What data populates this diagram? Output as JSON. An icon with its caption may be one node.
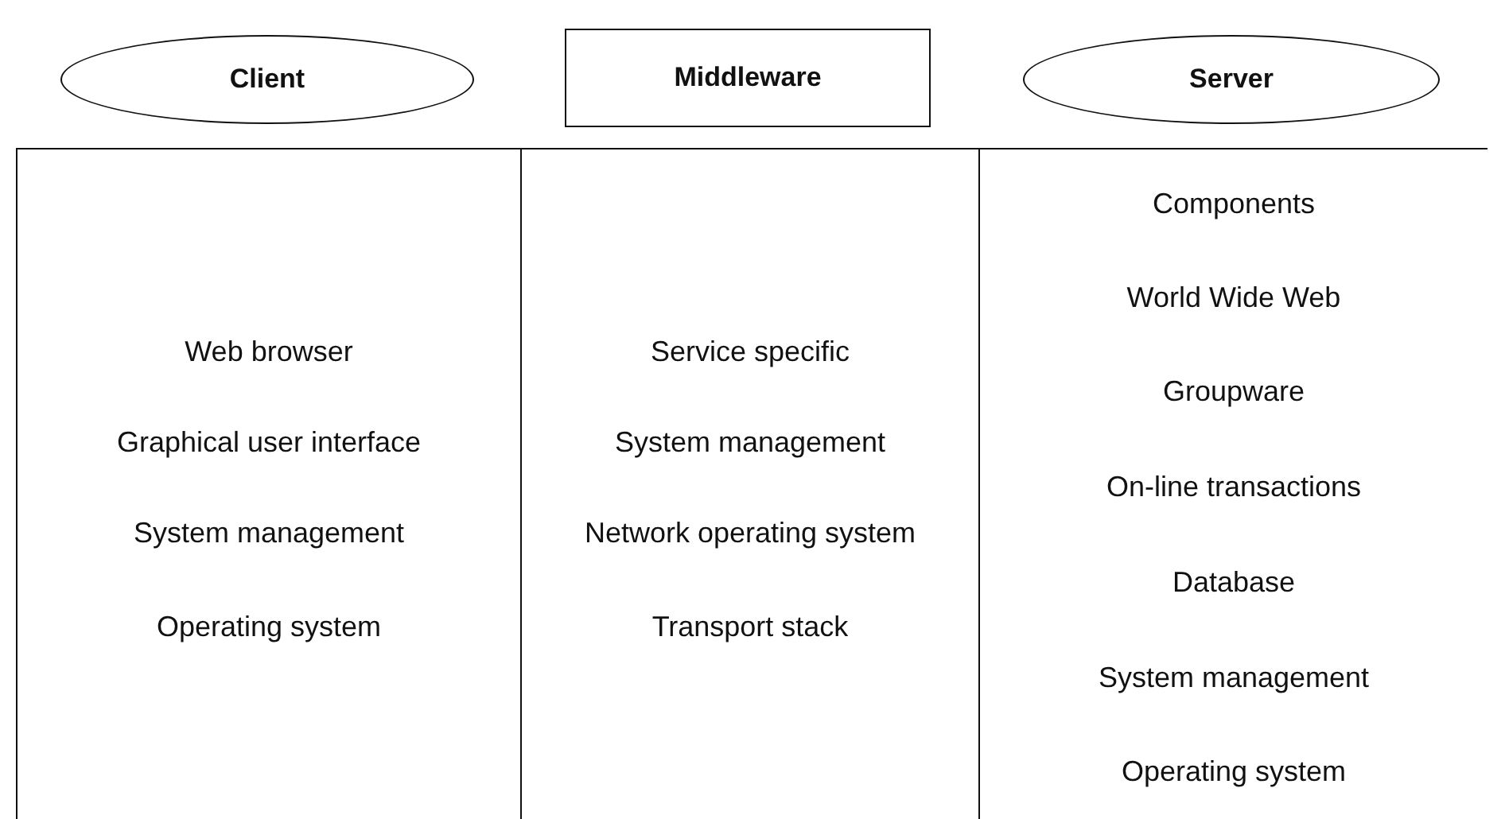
{
  "diagram": {
    "nodes": [
      {
        "text": [
          "Client"
        ]
      },
      {
        "text": [
          "Middleware"
        ]
      },
      {
        "text": [
          "Server"
        ]
      },
      {
        "text": [
          "Web browser",
          "Graphical user interface",
          "System management",
          "Operating system"
        ]
      },
      {
        "text": [
          "Service specific",
          "System management",
          "Network operating system",
          "Transport stack"
        ]
      },
      {
        "text": [
          "Components",
          "World Wide Web",
          "Groupware",
          "On-line transactions",
          "Database",
          "System management",
          "Operating system"
        ]
      }
    ],
    "edges": []
  }
}
